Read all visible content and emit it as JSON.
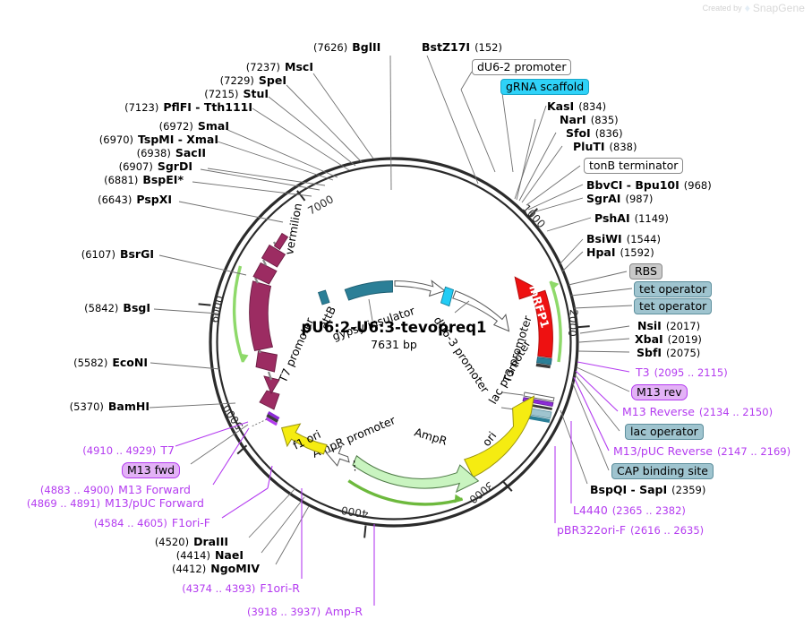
{
  "watermark": {
    "prefix": "Created by",
    "brand": "SnapGene",
    "mark_icon": "snapgene-logo-icon"
  },
  "plasmid": {
    "name": "pU6:2-U6:3-tevopreq1",
    "size": "7631 bp",
    "size_bp": 7631,
    "ruler_ticks": [
      "1000",
      "2000",
      "3000",
      "4000",
      "5000",
      "6000",
      "7000"
    ],
    "ruler_tick_values": [
      1000,
      2000,
      3000,
      4000,
      5000,
      6000,
      7000
    ]
  },
  "colors": {
    "backbone": "#2b2b2b",
    "orf_red": "#ee1111",
    "orf_green": "#c9f4c0",
    "orf_yellow": "#f5ec11",
    "orf_teal": "#2b7f97",
    "orf_magenta": "#9c2c62",
    "orf_cyan": "#22ccf5",
    "primer_purple": "#b43cf0",
    "translation_green": "#8ed96a",
    "gray_label": "#c9c9c9",
    "teal_label": "#9fc4cf",
    "violet_label": "#e3b2f6"
  },
  "inner_features": [
    {
      "name": "attB",
      "label": "attB",
      "color": "#2b7f97"
    },
    {
      "name": "gypsy insulator",
      "label": "gypsy insulator",
      "color": "#2b7f97"
    },
    {
      "name": "dU6-3 promoter",
      "label": "dU6-3 promoter",
      "color": "#ffffff"
    },
    {
      "name": "mRFP1",
      "label": "mRFP1",
      "color": "#ee1111"
    },
    {
      "name": "T3 promoter",
      "label": "T3 promoter",
      "color": "#ffffff"
    },
    {
      "name": "lac promoter",
      "label": "lac promoter",
      "color": "#ffffff"
    },
    {
      "name": "ori",
      "label": "ori",
      "color": "#f5ec11"
    },
    {
      "name": "AmpR",
      "label": "AmpR",
      "color": "#c9f4c0"
    },
    {
      "name": "AmpR promoter",
      "label": "AmpR promoter",
      "color": "#ffffff"
    },
    {
      "name": "f1 ori",
      "label": "f1 ori",
      "color": "#f5ec11"
    },
    {
      "name": "T7 promoter",
      "label": "T7 promoter",
      "color": "#9c2c62"
    },
    {
      "name": "vermilion",
      "label": "vermilion",
      "color": "#9c2c62"
    }
  ],
  "callouts_top": [
    {
      "name": "du6-2-promoter",
      "label": "dU6-2 promoter",
      "style": "plain"
    },
    {
      "name": "grna-scaffold",
      "label": "gRNA scaffold",
      "style": "cyan"
    }
  ],
  "callouts_right": [
    {
      "name": "tonb-terminator",
      "label": "tonB terminator",
      "style": "plain"
    },
    {
      "name": "rbs",
      "label": "RBS",
      "style": "gray"
    },
    {
      "name": "tet-operator-1",
      "label": "tet operator",
      "style": "teal"
    },
    {
      "name": "tet-operator-2",
      "label": "tet operator",
      "style": "teal"
    },
    {
      "name": "m13-rev",
      "label": "M13 rev",
      "style": "violet"
    },
    {
      "name": "lac-operator",
      "label": "lac operator",
      "style": "teal"
    },
    {
      "name": "cap-binding-site",
      "label": "CAP binding site",
      "style": "teal"
    }
  ],
  "callouts_left": [
    {
      "name": "m13-fwd",
      "label": "M13 fwd",
      "style": "violet"
    }
  ],
  "enzymes_top": [
    {
      "name": "bglii",
      "pos": "(7626)",
      "label": "BglII"
    },
    {
      "name": "bstz17i",
      "label": "BstZ17I",
      "pos": "(152)",
      "pos_after": true
    }
  ],
  "enzymes_left": [
    {
      "name": "msci",
      "pos": "(7237)",
      "label": "MscI"
    },
    {
      "name": "spei",
      "pos": "(7229)",
      "label": "SpeI"
    },
    {
      "name": "stui",
      "pos": "(7215)",
      "label": "StuI"
    },
    {
      "name": "pflfi-tth111i",
      "pos": "(7123)",
      "label": "PflFI - Tth111I"
    },
    {
      "name": "smai",
      "pos": "(6972)",
      "label": "SmaI"
    },
    {
      "name": "tspmi-xmai",
      "pos": "(6970)",
      "label": "TspMI - XmaI"
    },
    {
      "name": "sacii",
      "pos": "(6938)",
      "label": "SacII"
    },
    {
      "name": "sgrdi",
      "pos": "(6907)",
      "label": "SgrDI"
    },
    {
      "name": "bspei",
      "pos": "(6881)",
      "label": "BspEI*"
    },
    {
      "name": "pspxi",
      "pos": "(6643)",
      "label": "PspXI"
    },
    {
      "name": "bsrgi",
      "pos": "(6107)",
      "label": "BsrGI"
    },
    {
      "name": "bsgi",
      "pos": "(5842)",
      "label": "BsgI"
    },
    {
      "name": "econi",
      "pos": "(5582)",
      "label": "EcoNI"
    },
    {
      "name": "bamhi",
      "pos": "(5370)",
      "label": "BamHI"
    }
  ],
  "enzymes_bottom_left": [
    {
      "name": "draiii",
      "pos": "(4520)",
      "label": "DraIII"
    },
    {
      "name": "naei",
      "pos": "(4414)",
      "label": "NaeI"
    },
    {
      "name": "ngomiv",
      "pos": "(4412)",
      "label": "NgoMIV"
    }
  ],
  "primers_left": [
    {
      "name": "t7",
      "pos": "(4910 .. 4929)",
      "label": "T7"
    },
    {
      "name": "m13-forward",
      "pos": "(4883 .. 4900)",
      "label": "M13 Forward"
    },
    {
      "name": "m13-puc-forward",
      "pos": "(4869 .. 4891)",
      "label": "M13/pUC Forward"
    },
    {
      "name": "f1ori-f",
      "pos": "(4584 .. 4605)",
      "label": "F1ori-F"
    },
    {
      "name": "f1ori-r",
      "pos": "(4374 .. 4393)",
      "label": "F1ori-R"
    },
    {
      "name": "amp-r",
      "pos": "(3918 .. 3937)",
      "label": "Amp-R"
    }
  ],
  "enzymes_right": [
    {
      "name": "kasi",
      "label": "KasI",
      "pos": "(834)"
    },
    {
      "name": "nari",
      "label": "NarI",
      "pos": "(835)"
    },
    {
      "name": "sfoi",
      "label": "SfoI",
      "pos": "(836)"
    },
    {
      "name": "pluti",
      "label": "PluTI",
      "pos": "(838)"
    },
    {
      "name": "bbvci-bpu10i",
      "label": "BbvCI - Bpu10I",
      "pos": "(968)"
    },
    {
      "name": "sgrai",
      "label": "SgrAI",
      "pos": "(987)"
    },
    {
      "name": "pshai",
      "label": "PshAI",
      "pos": "(1149)"
    },
    {
      "name": "bsiwi",
      "label": "BsiWI",
      "pos": "(1544)"
    },
    {
      "name": "hpai",
      "label": "HpaI",
      "pos": "(1592)"
    },
    {
      "name": "nsii",
      "label": "NsiI",
      "pos": "(2017)"
    },
    {
      "name": "xbai",
      "label": "XbaI",
      "pos": "(2019)"
    },
    {
      "name": "sbfi",
      "label": "SbfI",
      "pos": "(2075)"
    },
    {
      "name": "bspqi-sapi",
      "label": "BspQI - SapI",
      "pos": "(2359)"
    }
  ],
  "primers_right": [
    {
      "name": "t3",
      "label": "T3",
      "pos": "(2095 .. 2115)"
    },
    {
      "name": "m13-reverse",
      "label": "M13 Reverse",
      "pos": "(2134 .. 2150)"
    },
    {
      "name": "m13-puc-reverse",
      "label": "M13/pUC Reverse",
      "pos": "(2147 .. 2169)"
    },
    {
      "name": "l4440",
      "label": "L4440",
      "pos": "(2365 .. 2382)"
    },
    {
      "name": "pbr322ori-f",
      "label": "pBR322ori-F",
      "pos": "(2616 .. 2635)"
    }
  ]
}
